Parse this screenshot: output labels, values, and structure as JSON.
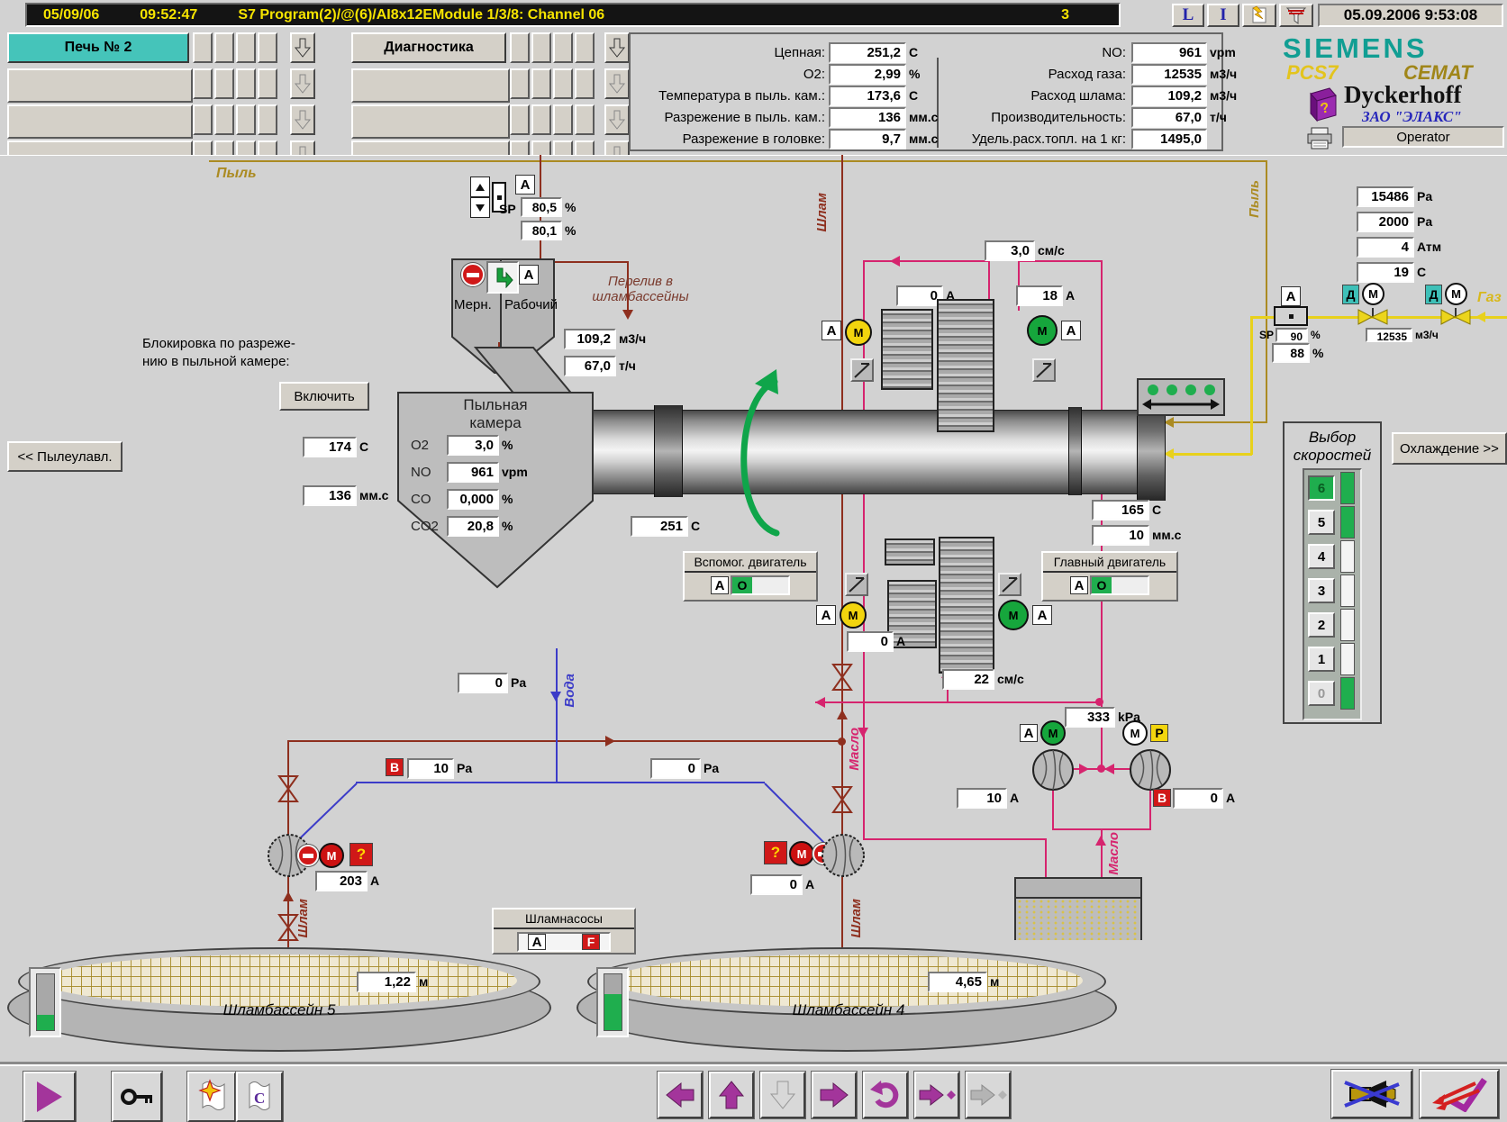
{
  "colors": {
    "siemens_teal": "#119e93",
    "magenta": "#a3359b",
    "gold": "#ab8b22",
    "darkred": "#8e2f1e",
    "crimson": "#d6246e",
    "blue": "#3c3cc8",
    "gas_yellow": "#e8d11c",
    "green": "#17a544",
    "nav_teal": "#45c4ba",
    "alarm_red": "#d01818"
  },
  "titlebar": {
    "date": "05/09/06",
    "time": "09:52:47",
    "program": "S7 Program(2)/@(6)/AI8x12EModule 1/3/8: Channel 06",
    "count": "3",
    "btn_l": "L",
    "btn_i": "I",
    "clock": "05.09.2006 9:53:08"
  },
  "nav": {
    "furnace": "Печь № 2",
    "diag": "Диагностика"
  },
  "kpi": {
    "left": [
      {
        "label": "Цепная:",
        "value": "251,2",
        "unit": "С"
      },
      {
        "label": "О2:",
        "value": "2,99",
        "unit": "%"
      },
      {
        "label": "Температура в пыль. кам.:",
        "value": "173,6",
        "unit": "С"
      },
      {
        "label": "Разрежение в пыль. кам.:",
        "value": "136",
        "unit": "мм.с"
      },
      {
        "label": "Разрежение в головке:",
        "value": "9,7",
        "unit": "мм.с"
      }
    ],
    "right": [
      {
        "label": "NO:",
        "value": "961",
        "unit": "vpm"
      },
      {
        "label": "Расход газа:",
        "value": "12535",
        "unit": "м3/ч"
      },
      {
        "label": "Расход шлама:",
        "value": "109,2",
        "unit": "м3/ч"
      },
      {
        "label": "Производительность:",
        "value": "67,0",
        "unit": "т/ч"
      },
      {
        "label": "Удель.расх.топл. на 1 кг:",
        "value": "1495,0",
        "unit": ""
      }
    ]
  },
  "brand": {
    "siemens": "SIEMENS",
    "pcs7": "PCS7",
    "cemat": "CEMAT",
    "dyckerhoff": "Dyckerhoff",
    "elaks": "ЗАО \"ЭЛАКС\"",
    "operator": "Operator"
  },
  "ic": {
    "a": "A",
    "m": "M",
    "o": "O",
    "p": "P",
    "b": "B",
    "f": "F",
    "d": "Д",
    "q": "?",
    "sp": "SP"
  },
  "mimic": {
    "labels": {
      "dust_top": "Пыль",
      "dust_right": "Пыль",
      "slurry_top": "Шлам",
      "slurry_p5": "Шлам",
      "slurry_p4": "Шлам",
      "water": "Вода",
      "oil_mid": "Масло",
      "oil_right": "Масло",
      "gas": "Газ",
      "overflow1": "Перелив в",
      "overflow2": "шламбассейны",
      "interlock1": "Блокировка по разреже-",
      "interlock2": "нию в пыльной камере:",
      "hopper_left": "Мерн.",
      "hopper_right": "Рабочий"
    },
    "buttons": {
      "enable": "Включить",
      "dust_page": "<< Пылеулавл.",
      "cooling": "Охлаждение >>"
    },
    "chamber": {
      "title1": "Пыльная",
      "title2": "камера",
      "rows": [
        {
          "l": "O2",
          "v": "3,0",
          "u": "%"
        },
        {
          "l": "NO",
          "v": "961",
          "u": "vpm"
        },
        {
          "l": "CO",
          "v": "0,000",
          "u": "%"
        },
        {
          "l": "CO2",
          "v": "20,8",
          "u": "%"
        }
      ]
    },
    "panels": {
      "aux": "Вспомог. двигатель",
      "main": "Главный двигатель",
      "pumps": "Шламнасосы"
    },
    "speed": {
      "title1": "Выбор",
      "title2": "скоростей",
      "keys": [
        "6",
        "5",
        "4",
        "3",
        "2",
        "1",
        "0"
      ]
    },
    "basins": [
      {
        "name": "Шламбассейн 5",
        "v": "1,22",
        "u": "м"
      },
      {
        "name": "Шламбассейн 4",
        "v": "4,65",
        "u": "м"
      }
    ],
    "values": {
      "t174": {
        "v": "174",
        "u": "С"
      },
      "p136": {
        "v": "136",
        "u": "мм.с"
      },
      "sp": {
        "v": "80,5",
        "u": "%"
      },
      "pv": {
        "v": "80,1",
        "u": "%"
      },
      "f109": {
        "v": "109,2",
        "u": "м3/ч"
      },
      "f67": {
        "v": "67,0",
        "u": "т/ч"
      },
      "t251": {
        "v": "251",
        "u": "С"
      },
      "s30": {
        "v": "3,0",
        "u": "см/с"
      },
      "a0top": {
        "v": "0",
        "u": "А"
      },
      "a18": {
        "v": "18",
        "u": "А"
      },
      "t165": {
        "v": "165",
        "u": "С"
      },
      "p10": {
        "v": "10",
        "u": "мм.с"
      },
      "a0low": {
        "v": "0",
        "u": "А"
      },
      "s22": {
        "v": "22",
        "u": "см/с"
      },
      "kpa333": {
        "v": "333",
        "u": "kPa"
      },
      "a10": {
        "v": "10",
        "u": "А"
      },
      "a0oil": {
        "v": "0",
        "u": "А"
      },
      "pa0top": {
        "v": "0",
        "u": "Pa"
      },
      "pa10": {
        "v": "10",
        "u": "Pa"
      },
      "pa0mid": {
        "v": "0",
        "u": "Pa"
      },
      "a203": {
        "v": "203",
        "u": "А"
      },
      "a0p4": {
        "v": "0",
        "u": "А"
      },
      "pa15486": {
        "v": "15486",
        "u": "Pa"
      },
      "pa2000": {
        "v": "2000",
        "u": "Pa"
      },
      "atm4": {
        "v": "4",
        "u": "Атм"
      },
      "t19": {
        "v": "19",
        "u": "С"
      },
      "gsp": {
        "v": "90",
        "u": "%"
      },
      "g88": {
        "v": "88",
        "u": "%"
      },
      "gflow": {
        "v": "12535",
        "u": "м3/ч"
      }
    }
  },
  "toolbar": {
    "doc_c": "C"
  }
}
